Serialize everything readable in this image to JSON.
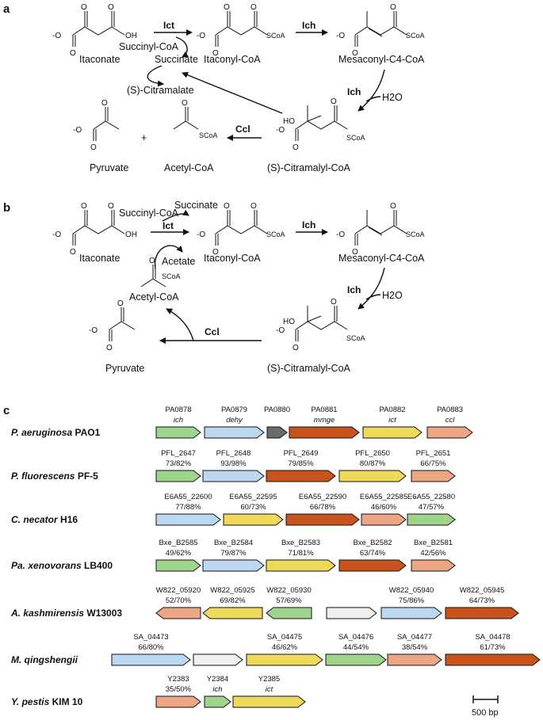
{
  "colors": {
    "ich": "#9ed48c",
    "dehy": "#bcd7ef",
    "PA0880": "#6b6b6b",
    "mmge": "#c9531c",
    "ict": "#efd95b",
    "ccl": "#eba783",
    "other": "#efefef"
  },
  "panels": {
    "a": "a",
    "b": "b",
    "c": "c"
  },
  "panel_a": {
    "itaconate": "Itaconate",
    "succinyl_coa": "Succinyl-CoA",
    "succinate": "Succinate",
    "itaconyl_coa": "Itaconyl-CoA",
    "mesaconyl": "Mesaconyl-C4-CoA",
    "citramalate": "(S)-Citramalate",
    "pyruvate": "Pyruvate",
    "acetyl_coa": "Acetyl-CoA",
    "citramalyl": "(S)-Citramalyl-CoA",
    "ict": "Ict",
    "ich1": "Ich",
    "ich2": "Ich",
    "ccl": "Ccl",
    "h2o": "H2O",
    "plus": "+"
  },
  "panel_b": {
    "itaconate": "Itaconate",
    "succinyl_coa": "Succinyl-CoA",
    "succinate": "Succinate",
    "acetate": "Acetate",
    "acetyl_coa": "Acetyl-CoA",
    "itaconyl_coa": "Itaconyl-CoA",
    "mesaconyl": "Mesaconyl-C4-CoA",
    "pyruvate": "Pyruvate",
    "citramalyl": "(S)-Citramalyl-CoA",
    "ict": "Ict",
    "ich1": "Ich",
    "ich2": "Ich",
    "ccl": "Ccl",
    "h2o": "H2O"
  },
  "atoms": {
    "o": "O",
    "oh": "OH",
    "ho": "HO",
    "minus_o": "-O",
    "scoa": "SCoA"
  },
  "scale_bar": "500 bp",
  "organisms": [
    {
      "genus": "P. aeruginosa",
      "strain": "PAO1",
      "genes": [
        {
          "id": "PA0878",
          "sub": "ich",
          "color": "ich",
          "dir": "r"
        },
        {
          "id": "PA0879",
          "sub": "dehy",
          "color": "dehy",
          "dir": "r"
        },
        {
          "id": "PA0880",
          "sub": "",
          "color": "PA0880",
          "dir": "r"
        },
        {
          "id": "PA0881",
          "sub": "mmge",
          "color": "mmge",
          "dir": "r"
        },
        {
          "id": "PA0882",
          "sub": "ict",
          "color": "ict",
          "dir": "r"
        },
        {
          "id": "PA0883",
          "sub": "ccl",
          "color": "ccl",
          "dir": "r"
        }
      ]
    },
    {
      "genus": "P. fluorescens",
      "strain": "PF-5",
      "genes": [
        {
          "id": "PFL_2647",
          "sub": "73/82%",
          "color": "ich",
          "dir": "r"
        },
        {
          "id": "PFL_2648",
          "sub": "93/98%",
          "color": "dehy",
          "dir": "r"
        },
        {
          "id": "PFL_2649",
          "sub": "79/85%",
          "color": "mmge",
          "dir": "r"
        },
        {
          "id": "PFL_2650",
          "sub": "80/87%",
          "color": "ict",
          "dir": "r"
        },
        {
          "id": "PFL_2651",
          "sub": "66/75%",
          "color": "ccl",
          "dir": "r"
        }
      ]
    },
    {
      "genus": "C. necator",
      "strain": "H16",
      "genes": [
        {
          "id": "E6A55_22600",
          "sub": "77/88%",
          "color": "dehy",
          "dir": "r"
        },
        {
          "id": "E6A55_22595",
          "sub": "60/73%",
          "color": "ict",
          "dir": "r"
        },
        {
          "id": "E6A55_22590",
          "sub": "66/78%",
          "color": "mmge",
          "dir": "r"
        },
        {
          "id": "E6A55_22585",
          "sub": "46/60%",
          "color": "ccl",
          "dir": "r"
        },
        {
          "id": "E6A55_22580",
          "sub": "47/57%",
          "color": "ich",
          "dir": "r"
        }
      ]
    },
    {
      "genus": "Pa. xenovorans",
      "strain": "LB400",
      "genes": [
        {
          "id": "Bxe_B2585",
          "sub": "49/62%",
          "color": "ich",
          "dir": "r"
        },
        {
          "id": "Bxe_B2584",
          "sub": "79/87%",
          "color": "dehy",
          "dir": "r"
        },
        {
          "id": "Bxe_B2583",
          "sub": "71/81%",
          "color": "ict",
          "dir": "r"
        },
        {
          "id": "Bxe_B2582",
          "sub": "63/74%",
          "color": "mmge",
          "dir": "r"
        },
        {
          "id": "Bxe_B2581",
          "sub": "42/56%",
          "color": "ccl",
          "dir": "r"
        }
      ]
    },
    {
      "genus": "A. kashmirensis",
      "strain": "W13003",
      "genes": [
        {
          "id": "W822_05920",
          "sub": "52/70%",
          "color": "ccl",
          "dir": "l"
        },
        {
          "id": "W822_05925",
          "sub": "69/82%",
          "color": "ict",
          "dir": "l"
        },
        {
          "id": "W822_05930",
          "sub": "57/69%",
          "color": "ich",
          "dir": "l"
        },
        {
          "id": "",
          "sub": "",
          "color": "other",
          "dir": "r"
        },
        {
          "id": "W822_05940",
          "sub": "75/86%",
          "color": "dehy",
          "dir": "r"
        },
        {
          "id": "W822_05945",
          "sub": "64/73%",
          "color": "mmge",
          "dir": "r"
        }
      ]
    },
    {
      "genus": "M. qingshengii",
      "strain": "",
      "genes": [
        {
          "id": "SA_04473",
          "sub": "66/80%",
          "color": "dehy",
          "dir": "r"
        },
        {
          "id": "",
          "sub": "",
          "color": "other",
          "dir": "r"
        },
        {
          "id": "SA_04475",
          "sub": "46/62%",
          "color": "ict",
          "dir": "r"
        },
        {
          "id": "SA_04476",
          "sub": "44/54%",
          "color": "ich",
          "dir": "r"
        },
        {
          "id": "SA_04477",
          "sub": "38/54%",
          "color": "ccl",
          "dir": "r"
        },
        {
          "id": "SA_04478",
          "sub": "61/73%",
          "color": "mmge",
          "dir": "r"
        }
      ]
    },
    {
      "genus": "Y. pestis",
      "strain": "KIM 10",
      "genes": [
        {
          "id": "Y2383",
          "sub": "35/50%",
          "color": "ccl",
          "dir": "r"
        },
        {
          "id": "Y2384",
          "sub": "ich",
          "color": "ich",
          "dir": "r"
        },
        {
          "id": "Y2385",
          "sub": "ict",
          "color": "ict",
          "dir": "r"
        }
      ]
    }
  ]
}
